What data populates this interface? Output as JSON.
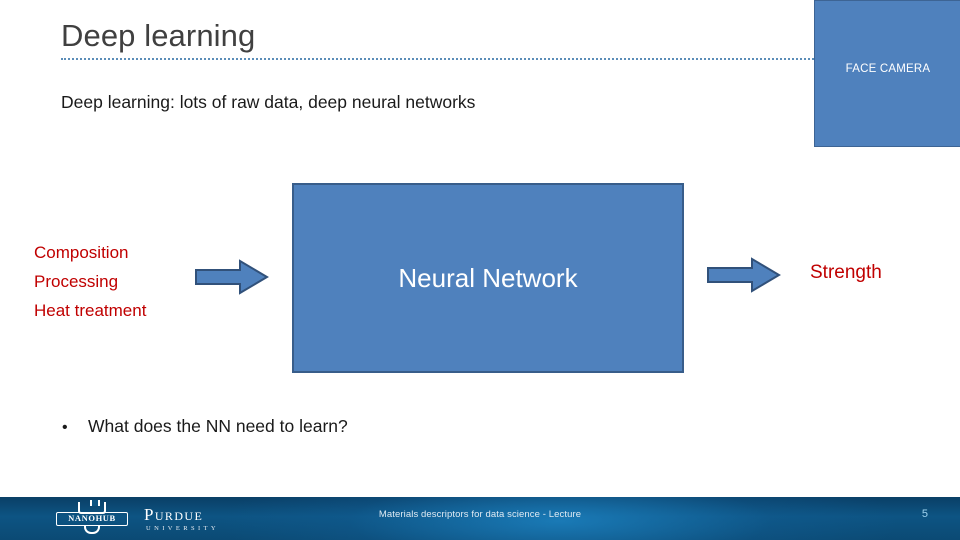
{
  "slide": {
    "title": "Deep learning",
    "intro_line": "Deep learning: lots of raw data, deep neural networks",
    "bullet_marker": "•",
    "bullet_text": "What does the NN need to learn?"
  },
  "media": {
    "face_camera_label": "FACE CAMERA"
  },
  "pipeline": {
    "inputs": [
      "Composition",
      "Processing",
      "Heat treatment"
    ],
    "model_label": "Neural Network",
    "output_label": "Strength",
    "arrow_in_name": "right-arrow-icon",
    "arrow_out_name": "right-arrow-icon"
  },
  "footer": {
    "nanohub_logo_text": "NANOHUB",
    "purdue_word": "Purdue",
    "purdue_subtitle": "UNIVERSITY",
    "center_text": "Materials descriptors for data science - Lecture",
    "page_number": "5"
  },
  "colors": {
    "accent_blue": "#4f81bd",
    "accent_blue_border": "#385d8a",
    "title_gray": "#404040",
    "red": "#c00000",
    "footer_blue": "#0d5483",
    "dotted_rule": "#5b8db8"
  }
}
